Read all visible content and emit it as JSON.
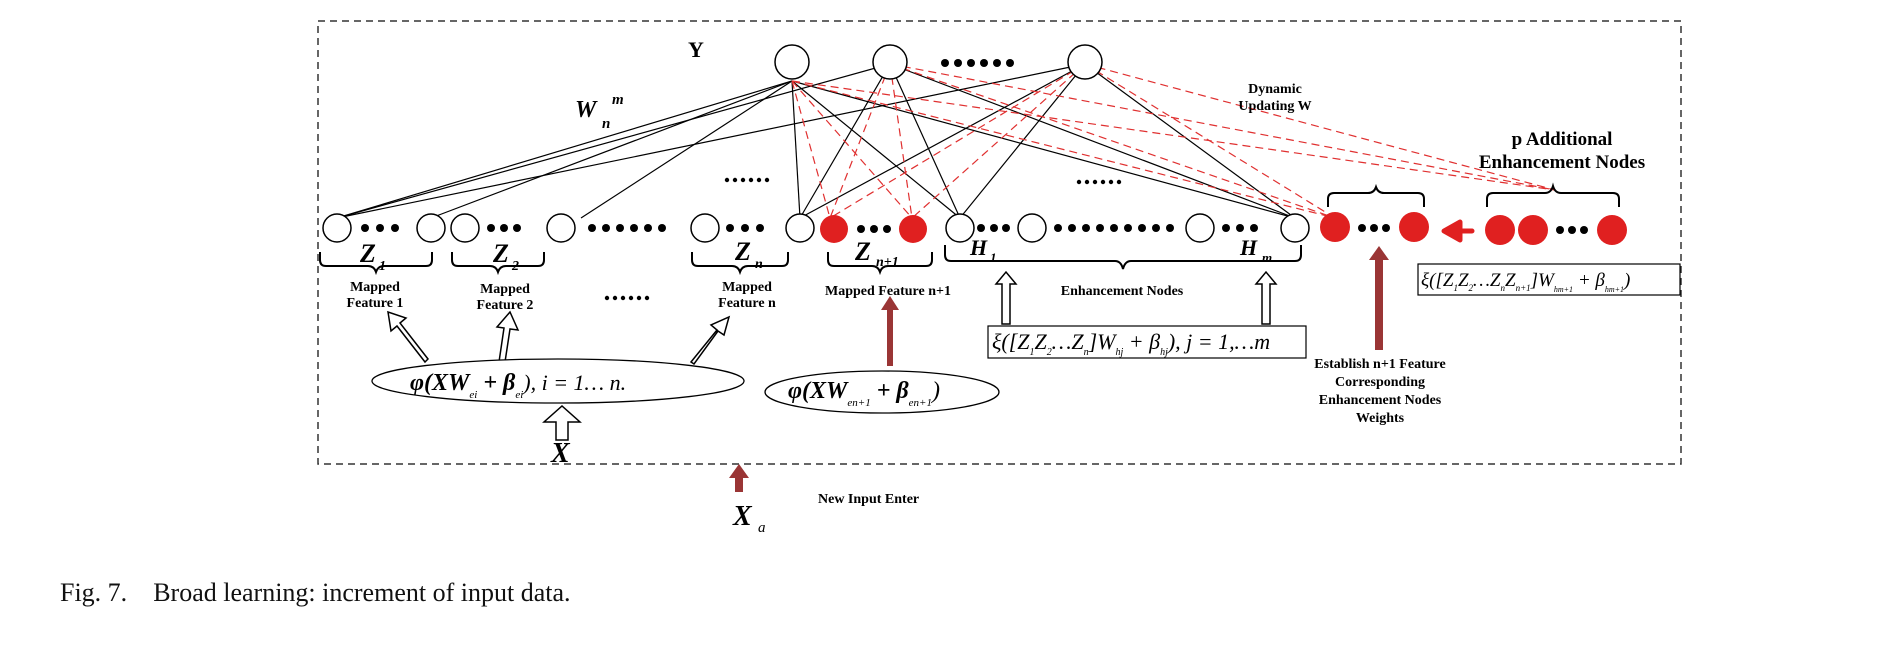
{
  "labels": {
    "y": "Y",
    "w": "W",
    "w_sub": "n",
    "w_sup": "m",
    "dots": "……",
    "dynamic_line1": "Dynamic",
    "dynamic_line2": "Updating W",
    "p_additional_line1": "p Additional",
    "p_additional_line2": "Enhancement Nodes",
    "z1": "Z",
    "z1_sub": "1",
    "z2": "Z",
    "z2_sub": "2",
    "zn": "Z",
    "zn_sub": "n",
    "zn1": "Z",
    "zn1_sub": "n+1",
    "h1": "H",
    "h1_sub": "1",
    "hm": "H",
    "hm_sub": "m",
    "mapped1_line1": "Mapped",
    "mapped1_line2": "Feature 1",
    "mapped2_line1": "Mapped",
    "mapped2_line2": "Feature 2",
    "mappedn_line1": "Mapped",
    "mappedn_line2": "Feature n",
    "mapped_n1": "Mapped Feature n+1",
    "enhancement_nodes": "Enhancement Nodes",
    "establish_line1": "Establish n+1 Feature",
    "establish_line2": "Corresponding",
    "establish_line3": "Enhancement Nodes",
    "establish_line4": "Weights",
    "new_input": "New Input Enter",
    "x": "X",
    "xa": "X",
    "xa_sub": "a"
  },
  "formulas": {
    "phi_main": "φ(XW",
    "phi_main_sub": "ei",
    "phi_main_mid": " + β",
    "phi_main_sub2": "ei",
    "phi_main_end": "), i = 1… n.",
    "phi_n1": "φ(XW",
    "phi_n1_sub": "en+1",
    "phi_n1_mid": " + β",
    "phi_n1_sub2": "en+1",
    "phi_n1_end": ")",
    "xi_main": "ξ([Z",
    "xi_main_a": "1",
    "xi_main_b": "Z",
    "xi_main_c": "2",
    "xi_main_d": "…Z",
    "xi_main_e": "n",
    "xi_main_f": "]W",
    "xi_main_g": "hj",
    "xi_main_h": " + β",
    "xi_main_i": "hj",
    "xi_main_j": "), j = 1,…m",
    "xi_add": "ξ([Z",
    "xi_add_a": "1",
    "xi_add_b": "Z",
    "xi_add_c": "2",
    "xi_add_d": "…Z",
    "xi_add_e": "n",
    "xi_add_f": "Z",
    "xi_add_g": "n+1",
    "xi_add_h": "]W",
    "xi_add_i": "hm+1",
    "xi_add_j": " + β",
    "xi_add_k": "hm+1",
    "xi_add_l": ")"
  },
  "caption": {
    "label": "Fig. 7.",
    "text": "Broad learning: increment of input data."
  },
  "colors": {
    "red_node": "#e02020",
    "dark_arrow": "#9a3535",
    "red_dash": "#e03030"
  }
}
